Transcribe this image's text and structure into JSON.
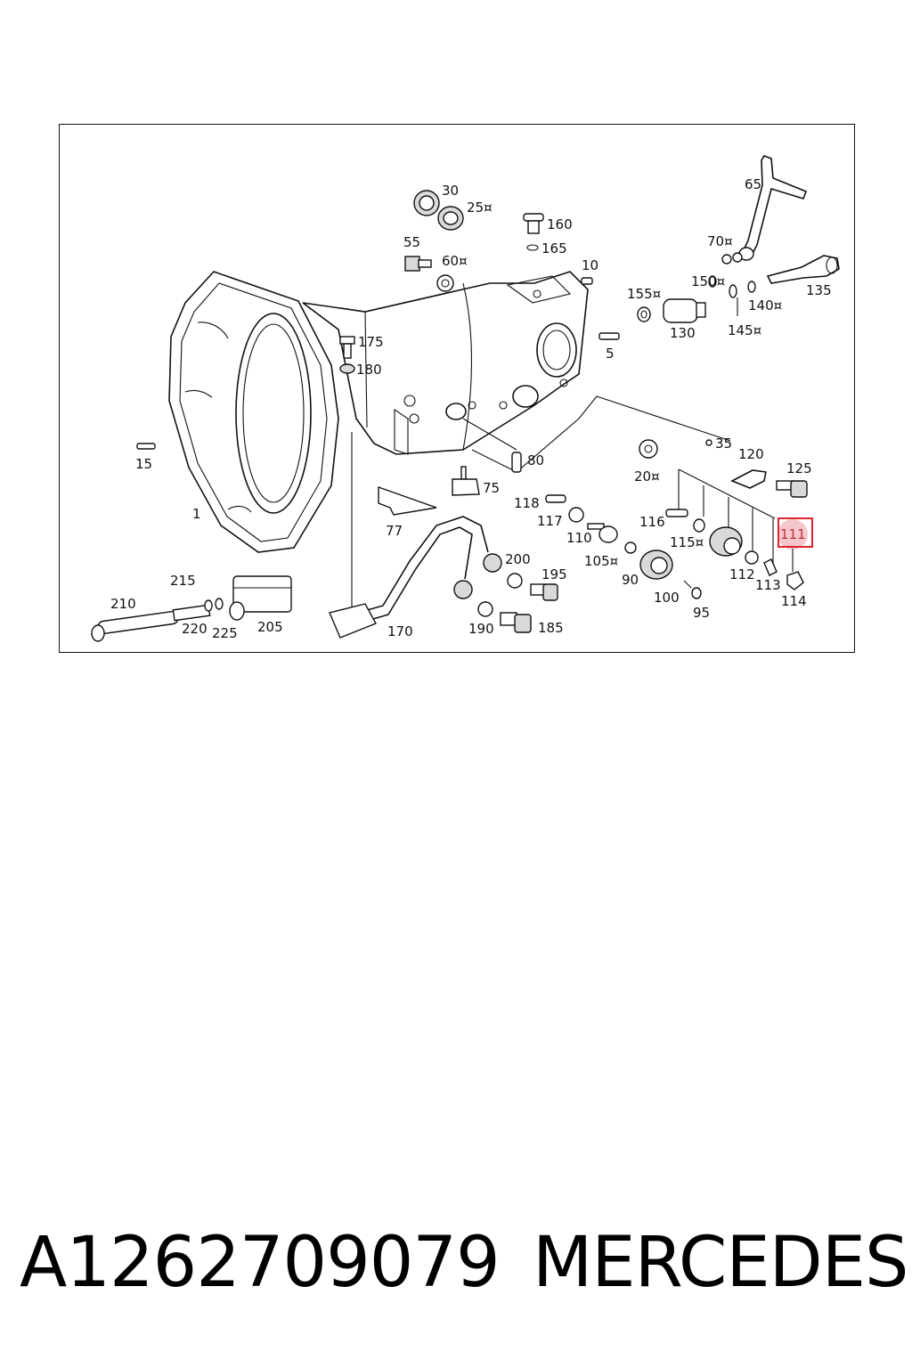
{
  "diagram": {
    "callouts": [
      "1",
      "5",
      "10",
      "15",
      "20¤",
      "25¤",
      "30",
      "35",
      "55",
      "60¤",
      "65",
      "70¤",
      "75",
      "77",
      "80",
      "90",
      "95",
      "100",
      "105¤",
      "110",
      "111",
      "112",
      "113",
      "114",
      "115¤",
      "116",
      "117",
      "118",
      "120",
      "125",
      "130",
      "135",
      "140¤",
      "145¤",
      "150¤",
      "155¤",
      "160",
      "165",
      "170",
      "175",
      "180",
      "185",
      "190",
      "195",
      "200",
      "205",
      "210",
      "215",
      "220",
      "225"
    ],
    "highlighted_callout": "111",
    "highlight_color": "#e0242f"
  },
  "footer": {
    "part_number": "A1262709079",
    "brand": "MERCEDES"
  }
}
